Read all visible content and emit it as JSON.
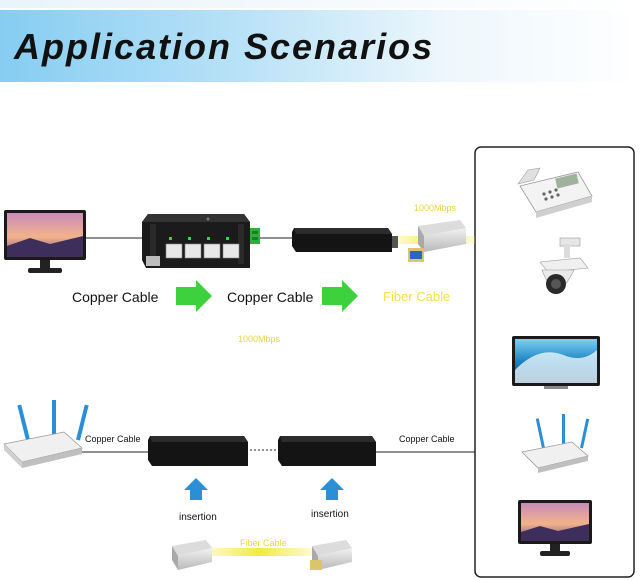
{
  "header": {
    "title": "Application Scenarios"
  },
  "top_row": {
    "copper_cable_left": "Copper Cable",
    "copper_cable_right": "Copper Cable",
    "fiber_cable": "Fiber Cable",
    "speed_top": "1000Mbps",
    "speed_bottom": "1000Mbps"
  },
  "bottom_row": {
    "copper_cable_left": "Copper Cable",
    "copper_cable_right": "Copper Cable",
    "insertion_left": "insertion",
    "insertion_right": "insertion",
    "fiber_cable": "Fiber Cable"
  },
  "devices": [
    "monitor-icon",
    "switch-icon",
    "media-converter-icon",
    "sfp-module-icon",
    "router-icon",
    "telephone-icon",
    "ptz-camera-icon",
    "tv-icon"
  ],
  "colors": {
    "arrow_green": "#3ed13e",
    "arrow_blue": "#2b8fd6",
    "fiber_yellow": "#f3ea3e",
    "banner_blue": "#86cdf2"
  }
}
